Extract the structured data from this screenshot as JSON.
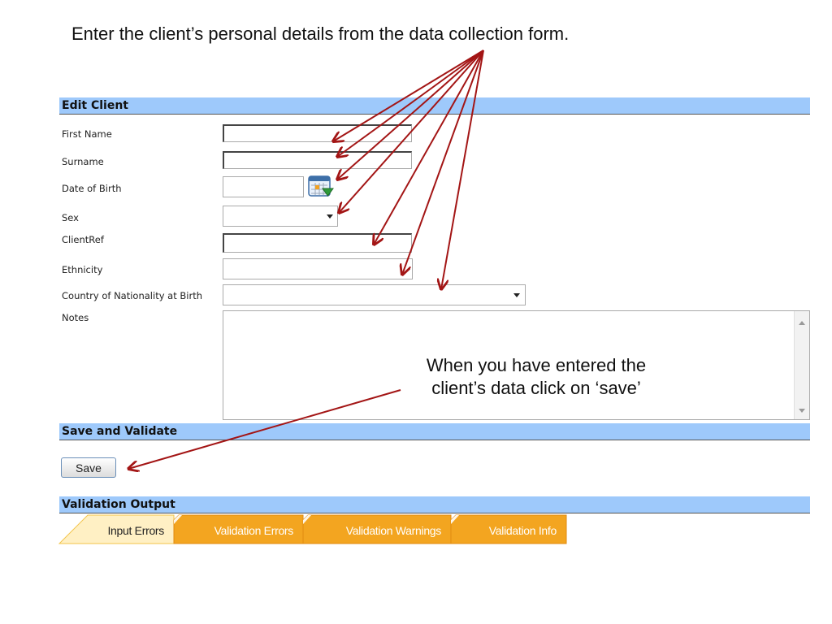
{
  "instruction_text": "Enter the client’s personal details from the data collection form.",
  "callout_text_line1": "When you have entered the",
  "callout_text_line2": "client’s data click on ‘save’",
  "edit_client": {
    "title": "Edit Client",
    "fields": {
      "first_name": {
        "label": "First Name",
        "value": ""
      },
      "surname": {
        "label": "Surname",
        "value": ""
      },
      "dob": {
        "label": "Date of Birth",
        "value": ""
      },
      "sex": {
        "label": "Sex",
        "value": ""
      },
      "client_ref": {
        "label": "ClientRef",
        "value": ""
      },
      "ethnicity": {
        "label": "Ethnicity",
        "value": ""
      },
      "country": {
        "label": "Country of Nationality at Birth",
        "value": ""
      },
      "notes": {
        "label": "Notes",
        "value": ""
      }
    }
  },
  "save_validate": {
    "title": "Save and Validate",
    "save_label": "Save"
  },
  "validation_output": {
    "title": "Validation Output",
    "tabs": [
      {
        "label": "Input Errors",
        "active": true
      },
      {
        "label": "Validation Errors",
        "active": false
      },
      {
        "label": "Validation Warnings",
        "active": false
      },
      {
        "label": "Validation Info",
        "active": false
      }
    ]
  },
  "colors": {
    "section_header": "#9ec9fb",
    "arrow": "#a31515",
    "tab_active": "#fff0c4",
    "tab_inactive": "#f3a520"
  },
  "icons": {
    "calendar": "calendar-icon",
    "dropdown": "chevron-down-icon"
  }
}
